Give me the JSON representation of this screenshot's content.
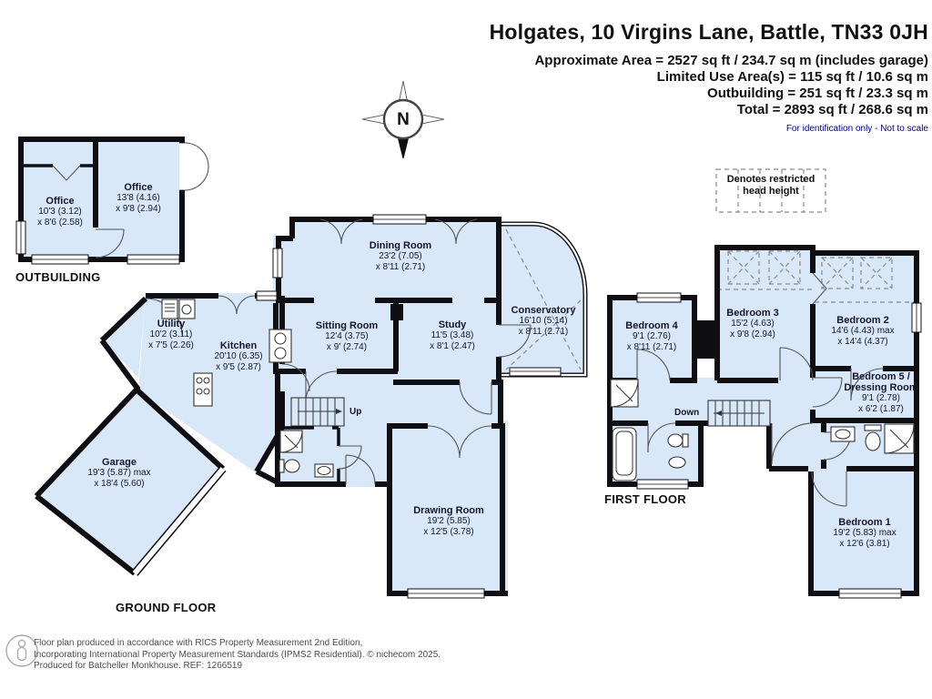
{
  "header": {
    "title": "Holgates, 10 Virgins Lane, Battle, TN33 0JH",
    "area_lines": [
      "Approximate Area = 2527 sq ft / 234.7 sq m (includes garage)",
      "Limited Use Area(s) = 115 sq ft / 10.6 sq m",
      "Outbuilding = 251 sq ft / 23.3 sq m",
      "Total = 2893 sq ft / 268.6 sq m"
    ],
    "note": "For identification only - Not to scale"
  },
  "compass": {
    "north": "N"
  },
  "legend": {
    "line1": "Denotes restricted",
    "line2": "head height"
  },
  "outbuilding": {
    "label": "OUTBUILDING",
    "rooms": [
      {
        "name": "Office",
        "dim1": "10'3 (3.12)",
        "dim2": "x 8'6 (2.58)"
      },
      {
        "name": "Office",
        "dim1": "13'8 (4.16)",
        "dim2": "x 9'8 (2.94)"
      }
    ]
  },
  "ground_floor": {
    "label": "GROUND FLOOR",
    "stairs_label": "Up",
    "rooms": [
      {
        "name": "Dining Room",
        "dim1": "23'2 (7.05)",
        "dim2": "x 8'11 (2.71)"
      },
      {
        "name": "Conservatory",
        "dim1": "16'10 (5.14)",
        "dim2": "x 8'11 (2.71)"
      },
      {
        "name": "Sitting Room",
        "dim1": "12'4 (3.75)",
        "dim2": "x 9' (2.74)"
      },
      {
        "name": "Study",
        "dim1": "11'5 (3.48)",
        "dim2": "x 8'1 (2.47)"
      },
      {
        "name": "Kitchen",
        "dim1": "20'10 (6.35)",
        "dim2": "x 9'5 (2.87)"
      },
      {
        "name": "Utility",
        "dim1": "10'2 (3.11)",
        "dim2": "x 7'5 (2.26)"
      },
      {
        "name": "Garage",
        "dim1": "19'3 (5.87) max",
        "dim2": "x 18'4 (5.60)"
      },
      {
        "name": "Drawing Room",
        "dim1": "19'2 (5.85)",
        "dim2": "x 12'5 (3.78)"
      }
    ]
  },
  "first_floor": {
    "label": "FIRST FLOOR",
    "stairs_label": "Down",
    "rooms": [
      {
        "name": "Bedroom 4",
        "dim1": "9'1 (2.76)",
        "dim2": "x 8'11 (2.71)"
      },
      {
        "name": "Bedroom 3",
        "dim1": "15'2 (4.63)",
        "dim2": "x 9'8 (2.94)"
      },
      {
        "name": "Bedroom 2",
        "dim1": "14'6 (4.43) max",
        "dim2": "x 14'4 (4.37)"
      },
      {
        "name": "Bedroom 5 /",
        "name2": "Dressing Room",
        "dim1": "9'1 (2.78)",
        "dim2": "x 6'2 (1.87)"
      },
      {
        "name": "Bedroom 1",
        "dim1": "19'2 (5.83) max",
        "dim2": "x 12'6 (3.81)"
      }
    ]
  },
  "footer": {
    "lines": [
      "Floor plan produced in accordance with RICS Property Measurement 2nd Edition,",
      "Incorporating International Property Measurement Standards (IPMS2 Residential).    © nichecom 2025.",
      "Produced for Batcheller Monkhouse.   REF: 1266519"
    ]
  },
  "colors": {
    "floor_fill": "#d9e8f8",
    "wall": "#0e0e13",
    "note_text": "#00008b"
  }
}
